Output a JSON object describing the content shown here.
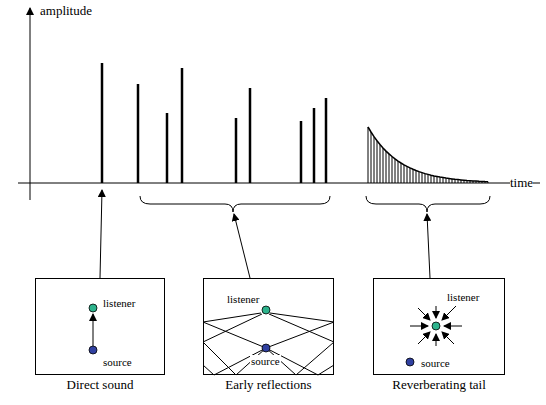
{
  "diagram": {
    "nodes": [
      {
        "text": [
          "listener",
          "source",
          "Direct sound"
        ]
      },
      {
        "text": [
          "listener",
          "source",
          "Early reflections"
        ]
      },
      {
        "text": [
          "listener",
          "source",
          "Reverberating tail"
        ]
      }
    ],
    "labels": [
      "amplitude",
      "time"
    ]
  }
}
